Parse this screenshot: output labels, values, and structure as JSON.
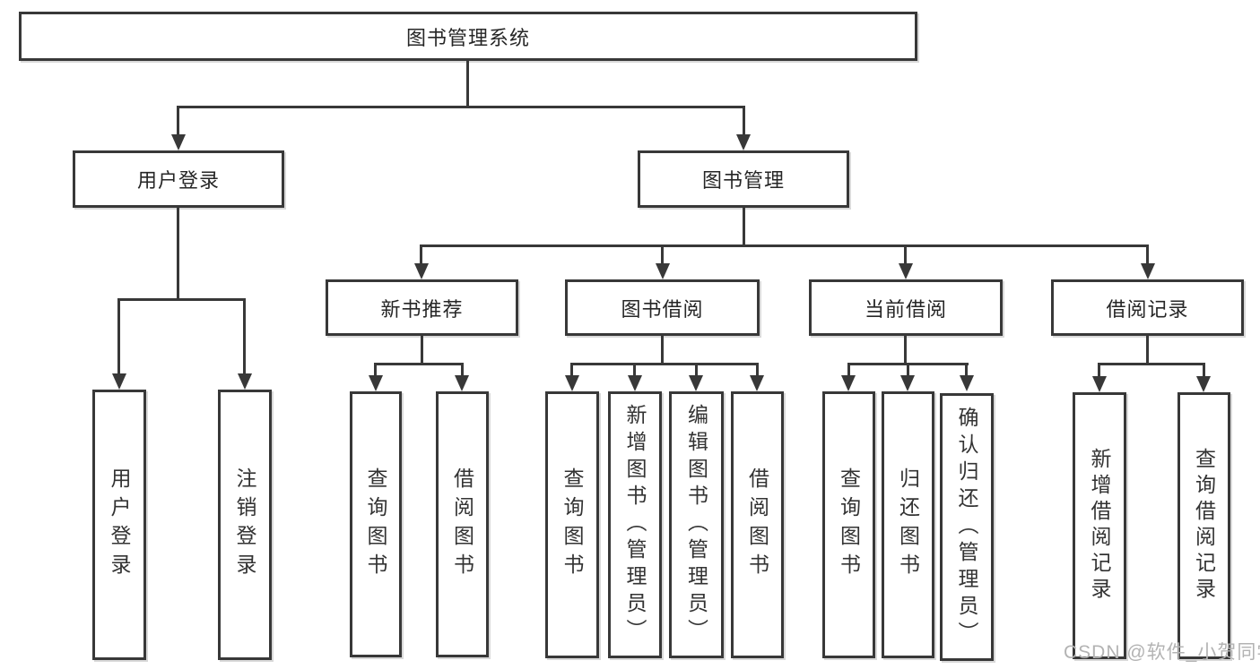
{
  "tree": {
    "root": {
      "label": "图书管理系统"
    },
    "branches": [
      {
        "label": "用户登录",
        "children": [
          {
            "label": "用户登录"
          },
          {
            "label": "注销登录"
          }
        ]
      },
      {
        "label": "图书管理",
        "children": [
          {
            "label": "新书推荐",
            "children": [
              {
                "label": "查询图书"
              },
              {
                "label": "借阅图书"
              }
            ]
          },
          {
            "label": "图书借阅",
            "children": [
              {
                "label": "查询图书"
              },
              {
                "label": "新增图书（管理员）"
              },
              {
                "label": "编辑图书（管理员）"
              },
              {
                "label": "借阅图书"
              }
            ]
          },
          {
            "label": "当前借阅",
            "children": [
              {
                "label": "查询图书"
              },
              {
                "label": "归还图书"
              },
              {
                "label": "确认归还（管理员）"
              }
            ]
          },
          {
            "label": "借阅记录",
            "children": [
              {
                "label": "新增借阅记录"
              },
              {
                "label": "查询借阅记录"
              }
            ]
          }
        ]
      }
    ]
  },
  "watermark": {
    "text": "CSDN @软件_小贺同学"
  },
  "colors": {
    "background": "#ffffff",
    "line": "#383838",
    "box_border": "#383838",
    "text": "#262626",
    "watermark": "#b3b3b3"
  }
}
